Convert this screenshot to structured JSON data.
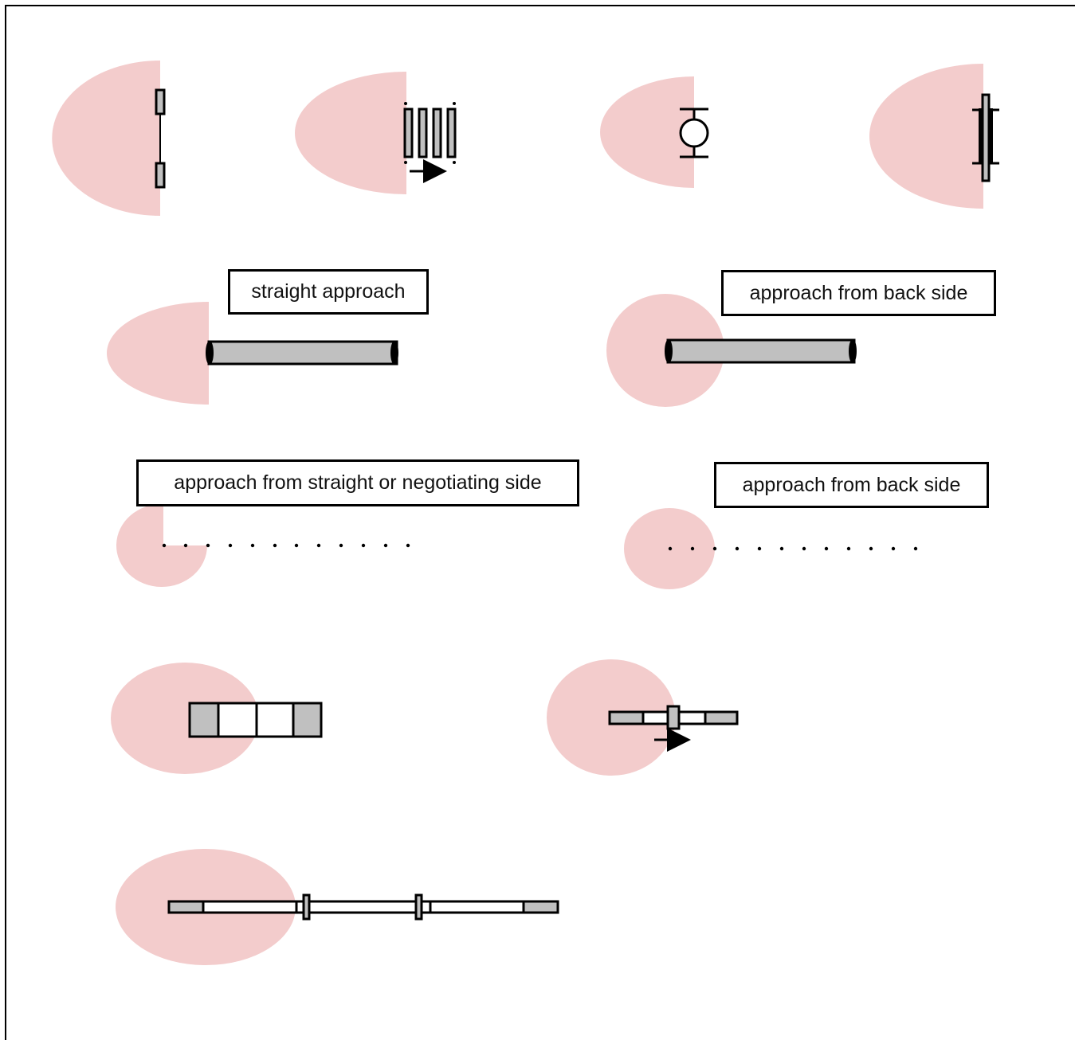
{
  "colors": {
    "zone": "#f3cccc",
    "element_fill": "#c0c0c0",
    "outline": "#000000"
  },
  "labels": {
    "straight_approach": "straight approach",
    "back_side_1": "approach from back side",
    "straight_or_negotiating": "approach from straight or negotiating side",
    "back_side_2": "approach from back side"
  }
}
